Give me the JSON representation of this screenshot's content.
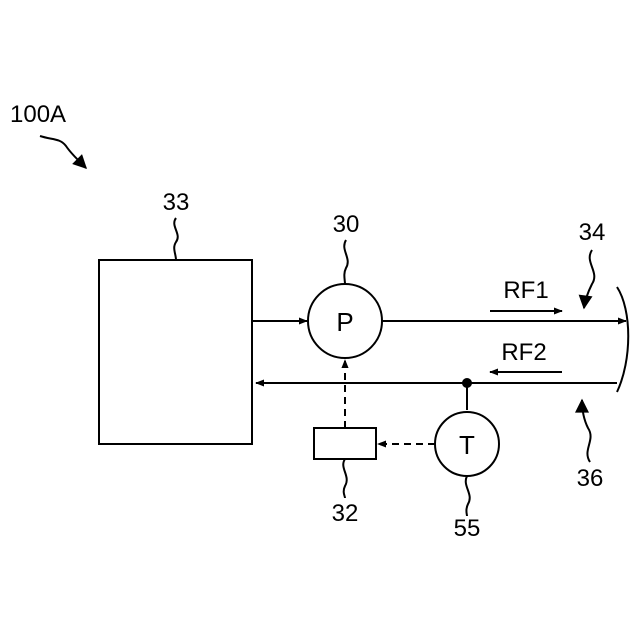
{
  "figure_label": "100A",
  "blocks": {
    "block_33": {
      "label": "33"
    },
    "block_32": {
      "label": "32"
    }
  },
  "circles": {
    "pump": {
      "symbol": "P",
      "label": "30"
    },
    "sensor": {
      "symbol": "T",
      "label": "55"
    }
  },
  "lines": {
    "supply": {
      "label": "34",
      "flow_label": "RF1"
    },
    "return": {
      "label": "36",
      "flow_label": "RF2"
    }
  }
}
